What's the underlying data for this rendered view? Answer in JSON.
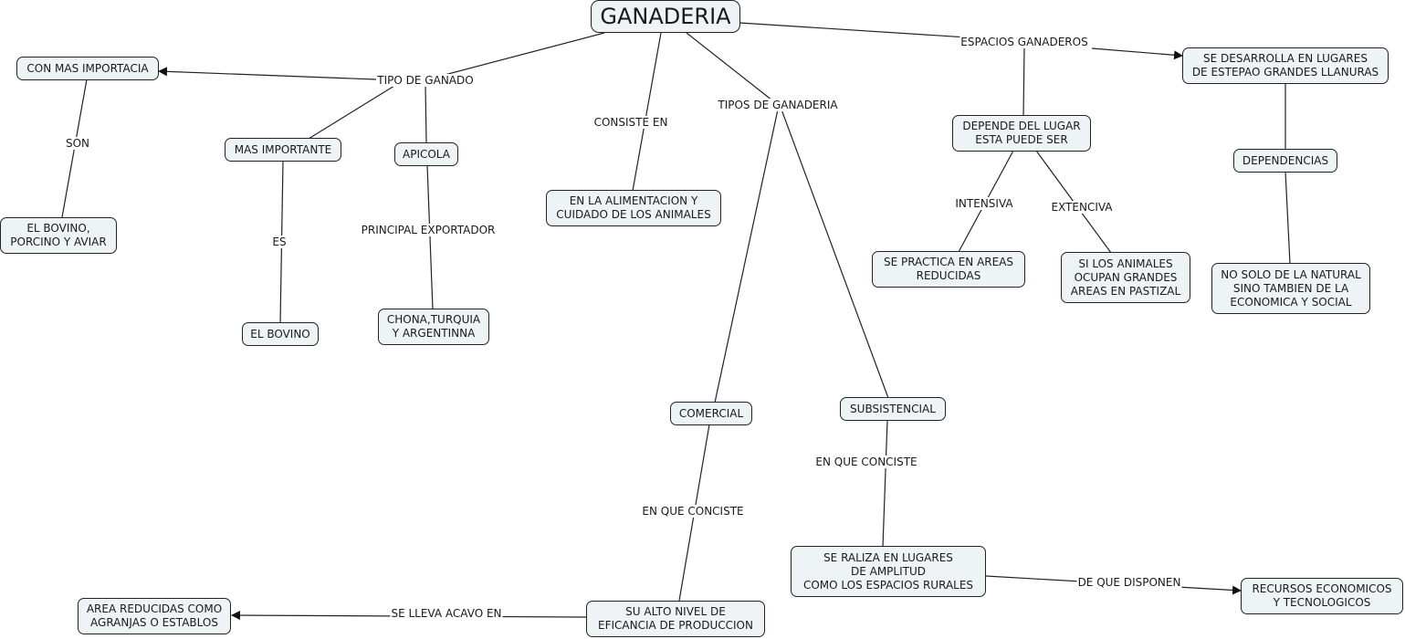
{
  "title": "GANADERIA",
  "colors": {
    "node_fill": "#eef3f5",
    "node_border": "#222222",
    "line": "#222222"
  },
  "nodes": {
    "ganaderia": "GANADERIA",
    "con_mas_importancia": "CON MAS IMPORTACIA",
    "bovino_porcino_aviar": "EL BOVINO,\nPORCINO Y AVIAR",
    "mas_importante": "MAS IMPORTANTE",
    "el_bovino": "EL BOVINO",
    "apicola": "APICOLA",
    "china_turquia": "CHONA,TURQUIA\nY ARGENTINNA",
    "alimentacion": "EN LA ALIMENTACION Y\nCUIDADO DE LOS ANIMALES",
    "comercial": "COMERCIAL",
    "subsistencial": "SUBSISTENCIAL",
    "alto_nivel": "SU ALTO NIVEL DE\nEFICANCIA DE PRODUCCION",
    "area_reducidas": "AREA REDUCIDAS COMO\nAGRANJAS O ESTABLOS",
    "se_raliza": "SE RALIZA EN LUGARES\nDE AMPLITUD\nCOMO LOS ESPACIOS RURALES",
    "recursos": "RECURSOS ECONOMICOS\nY TECNOLOGICOS",
    "depende_lugar": "DEPENDE DEL LUGAR\nESTA PUEDE SER",
    "areas_reducidas": "SE PRACTICA EN AREAS\nREDUCIDAS",
    "grandes_areas": "SI LOS ANIMALES\nOCUPAN GRANDES\nAREAS EN PASTIZAL",
    "estepa": "SE DESARROLLA EN LUGARES\nDE ESTEPAO GRANDES LLANURAS",
    "dependencias": "DEPENDENCIAS",
    "no_solo": "NO SOLO DE LA NATURAL\nSINO TAMBIEN DE LA\nECONOMICA Y SOCIAL"
  },
  "links": {
    "tipo_de_ganado": "TIPO DE GANADO",
    "son": "SON",
    "es": "ES",
    "principal_exportador": "PRINCIPAL EXPORTADOR",
    "consiste_en": "CONSISTE EN",
    "tipos_de_ganaderia": "TIPOS DE GANADERIA",
    "en_que_conciste_1": "EN QUE CONCISTE",
    "en_que_conciste_2": "EN QUE CONCISTE",
    "se_lleva_acavo_en": "SE LLEVA ACAVO EN",
    "de_que_disponen": "DE QUE DISPONEN",
    "espacios_ganaderos": "ESPACIOS GANADEROS",
    "intensiva": "INTENSIVA",
    "extenciva": "EXTENCIVA"
  }
}
